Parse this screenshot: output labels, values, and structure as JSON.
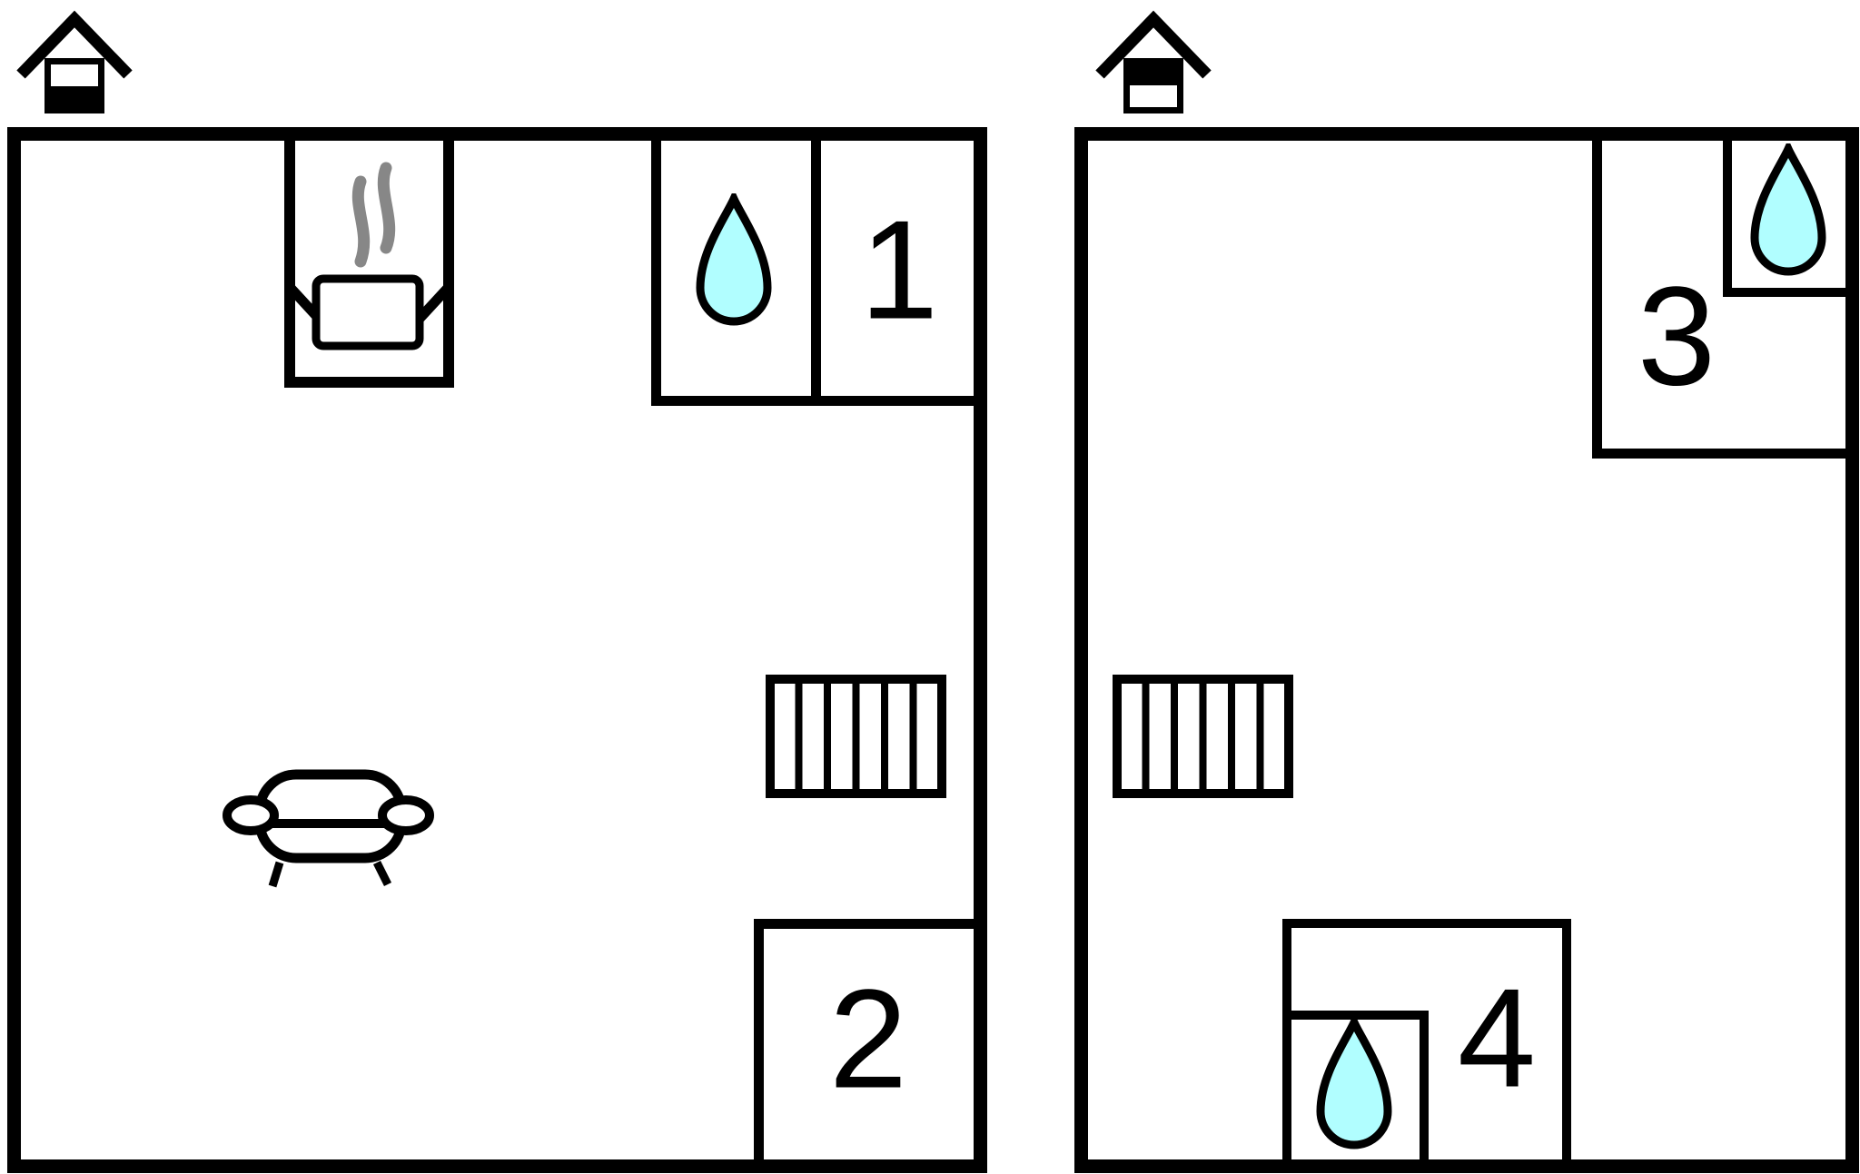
{
  "colors": {
    "wall": "#000000",
    "drop_fill": "#b1feff",
    "drop_stroke": "#000000",
    "steam": "#878787",
    "background": "#ffffff",
    "room_label": "#000000"
  },
  "floors": {
    "left": {
      "level_icon": "house-ground-level-icon",
      "room_labels": {
        "room1": "1",
        "room2": "2"
      },
      "feature_icons": [
        "stove-icon",
        "water-drop-icon",
        "stairs-icon",
        "sofa-icon"
      ]
    },
    "right": {
      "level_icon": "house-upper-level-icon",
      "room_labels": {
        "room3": "3",
        "room4": "4"
      },
      "feature_icons": [
        "water-drop-icon",
        "stairs-icon",
        "water-drop-icon"
      ]
    }
  }
}
